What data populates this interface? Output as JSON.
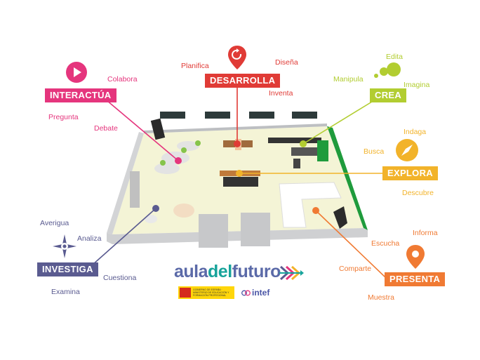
{
  "zones": [
    {
      "id": "interactua",
      "label": "INTERACTÚA",
      "color": "#e5357d",
      "icon": "play-icon",
      "keywords": [
        "Colabora",
        "Pregunta",
        "Debate"
      ]
    },
    {
      "id": "desarrolla",
      "label": "DESARROLLA",
      "color": "#e03b36",
      "icon": "refresh-pin-icon",
      "keywords": [
        "Planifica",
        "Diseña",
        "Inventa"
      ]
    },
    {
      "id": "crea",
      "label": "CREA",
      "color": "#b2cd31",
      "icon": "bubbles-icon",
      "keywords": [
        "Edita",
        "Manipula",
        "Imagina"
      ]
    },
    {
      "id": "explora",
      "label": "EXPLORA",
      "color": "#f2b32a",
      "icon": "compass-icon",
      "keywords": [
        "Indaga",
        "Busca",
        "Descubre"
      ]
    },
    {
      "id": "presenta",
      "label": "PRESENTA",
      "color": "#f07a33",
      "icon": "location-pin-icon",
      "keywords": [
        "Informa",
        "Escucha",
        "Comparte",
        "Muestra"
      ]
    },
    {
      "id": "investiga",
      "label": "INVESTIGA",
      "color": "#5a5b90",
      "icon": "compass-rose-icon",
      "keywords": [
        "Averigua",
        "Analiza",
        "Cuestiona",
        "Examina"
      ]
    }
  ],
  "logo": {
    "part1": "aula",
    "part2": "del",
    "part3": "futuro",
    "color_primary": "#5b6aa8",
    "color_secondary": "#16a39a",
    "intef": "intef",
    "gov_text": "GOBIERNO DE ESPAÑA · MINISTERIO DE EDUCACIÓN Y FORMACIÓN PROFESIONAL"
  },
  "room": {
    "floor_color": "#f4f4d6",
    "wall_color": "#cfd0d2",
    "accent_wall": "#1f9b3c"
  }
}
